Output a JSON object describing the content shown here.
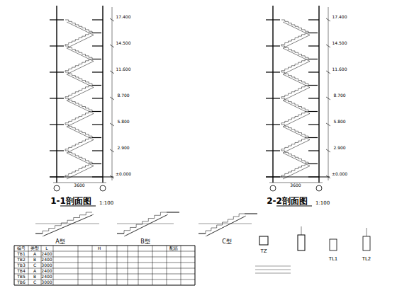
{
  "diagram": {
    "labels": [
      "1-1剖面图",
      "1:100",
      "2-2剖面图",
      "1:100",
      "±0.000",
      "2.900",
      "5.800",
      "8.700",
      "11.600",
      "14.500",
      "17.400",
      "±0.000",
      "2.900",
      "5.800",
      "8.700",
      "11.600",
      "14.500",
      "17.400",
      "A型",
      "B型",
      "C型",
      "TZ",
      "编号",
      "类型",
      "L",
      "H",
      "配筋",
      "TB1",
      "TB2",
      "TB3",
      "TB4",
      "TB5",
      "TB6",
      "A",
      "B",
      "C",
      "A",
      "B",
      "C",
      "2400",
      "2400",
      "3000",
      "2400",
      "2400",
      "3000",
      "TL1",
      "TL2",
      "3600",
      "3600"
    ]
  }
}
